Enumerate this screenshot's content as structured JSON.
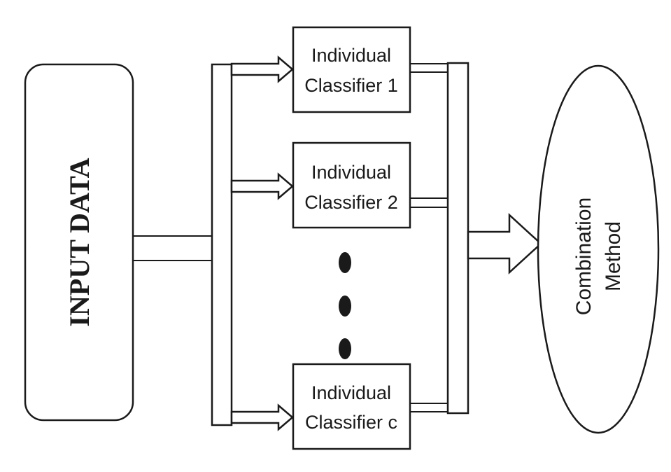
{
  "input_block": {
    "label": "INPUT DATA"
  },
  "classifiers": [
    {
      "line1": "Individual",
      "line2": "Classifier 1"
    },
    {
      "line1": "Individual",
      "line2": "Classifier 2"
    },
    {
      "line1": "Individual",
      "line2": "Classifier c"
    }
  ],
  "combiner": {
    "line1": "Combination",
    "line2": "Method"
  }
}
